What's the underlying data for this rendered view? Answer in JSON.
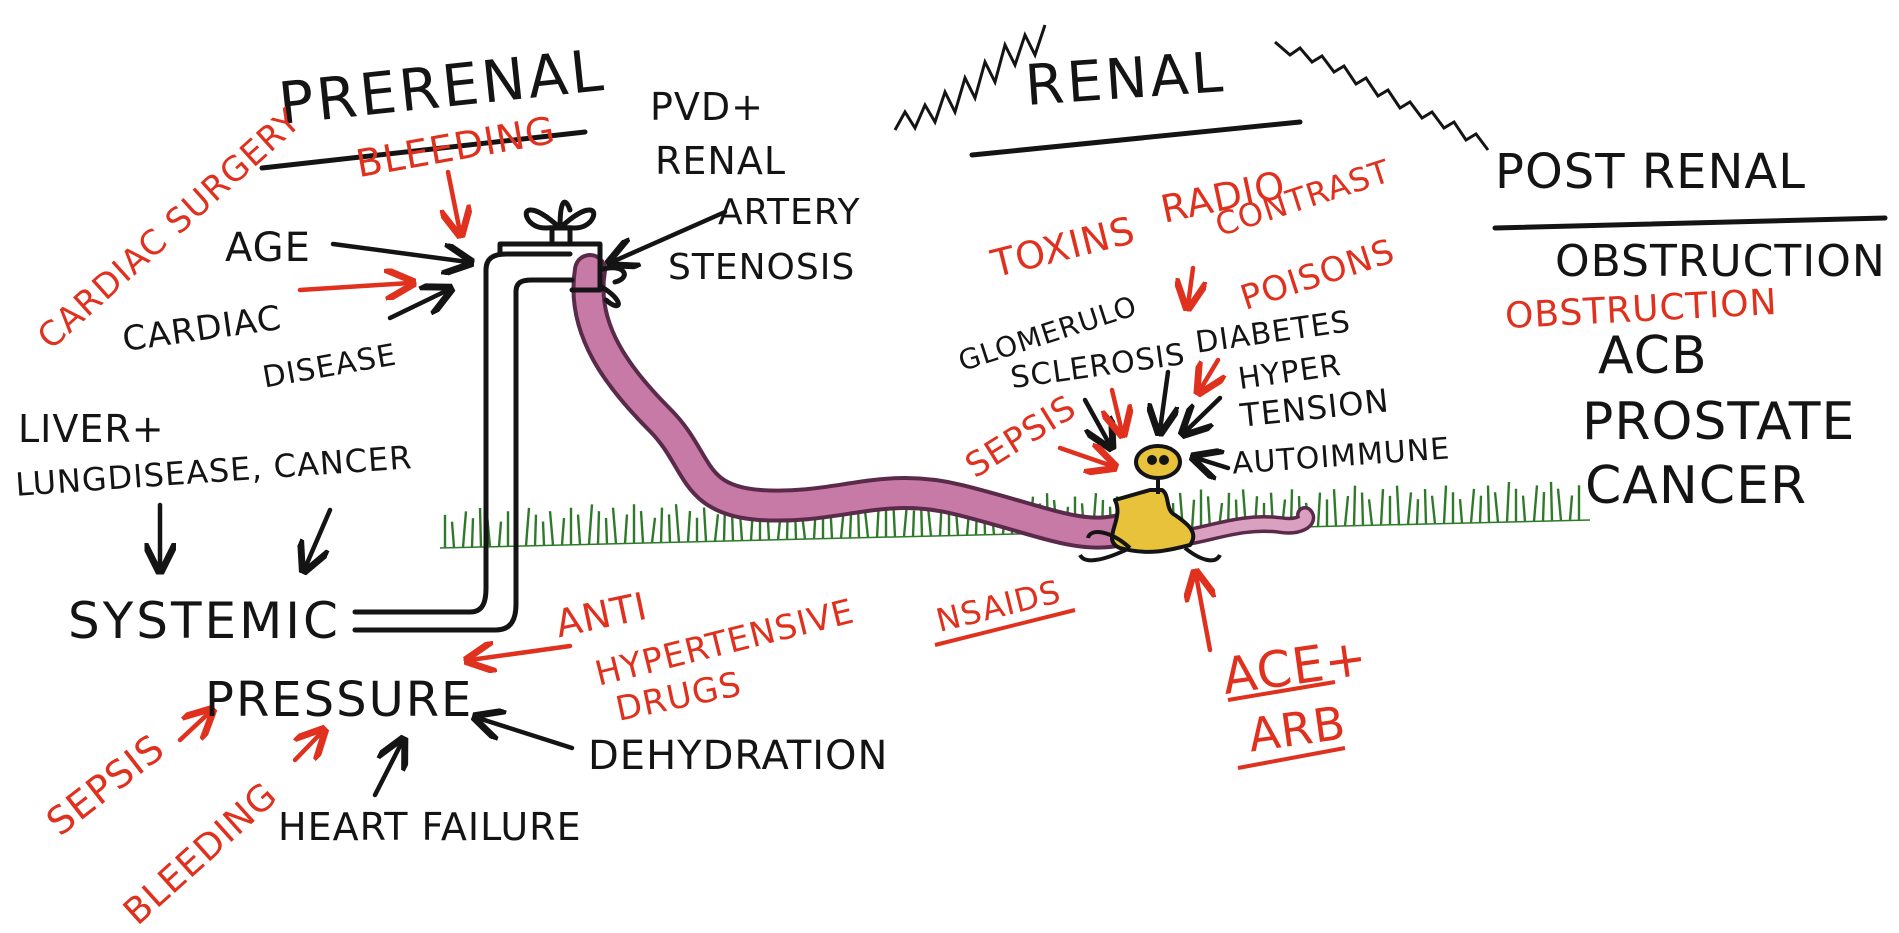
{
  "headings": {
    "prerenal": "PRERENAL",
    "renal": "RENAL",
    "postrenal": "POST RENAL"
  },
  "prerenal": {
    "cardiac_surgery": "CARDIAC SURGERY",
    "bleeding_top": "BLEEDING",
    "age": "AGE",
    "cardiac_disease_line1": "CARDIAC",
    "cardiac_disease_line2": "DISEASE",
    "pvd_line1": "PVD+",
    "pvd_line2": "RENAL",
    "pvd_line3": "ARTERY",
    "pvd_line4": "STENOSIS",
    "liver_line1": "LIVER+",
    "liver_line2": "LUNGDISEASE, CANCER",
    "systemic": "SYSTEMIC",
    "pressure": "PRESSURE",
    "sepsis": "SEPSIS",
    "bleeding_bottom": "BLEEDING",
    "heart_failure": "HEART FAILURE",
    "dehydration": "DEHYDRATION",
    "antihyper_line1": "ANTI",
    "antihyper_line2": "HYPERTENSIVE",
    "antihyper_line3": "DRUGS"
  },
  "renal": {
    "toxins": "TOXINS",
    "radio_contrast_line1": "RADIO",
    "radio_contrast_line2": "CONTRAST",
    "poisons": "POISONS",
    "glomerulo_line1": "GLOMERULO",
    "glomerulo_line2": "SCLEROSIS",
    "diabetes": "DIABETES",
    "hypertension_line1": "HYPER",
    "hypertension_line2": "TENSION",
    "sepsis": "SEPSIS",
    "autoimmune": "AUTOIMMUNE",
    "nsaids": "NSAIDS",
    "ace_line1": "ACE+",
    "ace_line2": "ARB"
  },
  "postrenal": {
    "obstruction_black": "OBSTRUCTION",
    "obstruction_red": "OBSTRUCTION",
    "acb": "ACB",
    "prostate": "PROSTATE",
    "cancer": "CANCER"
  },
  "colors": {
    "ink_black": "#141414",
    "ink_red": "#e0301e",
    "hose_fill": "#c77aa6",
    "hose_outline": "#5a2a4a",
    "grass_green": "#2f7a2a",
    "tap_yellow": "#e8c23a"
  },
  "icons": [
    "water-tap-icon",
    "kidney-tap-icon",
    "hose-icon",
    "grass-icon"
  ]
}
